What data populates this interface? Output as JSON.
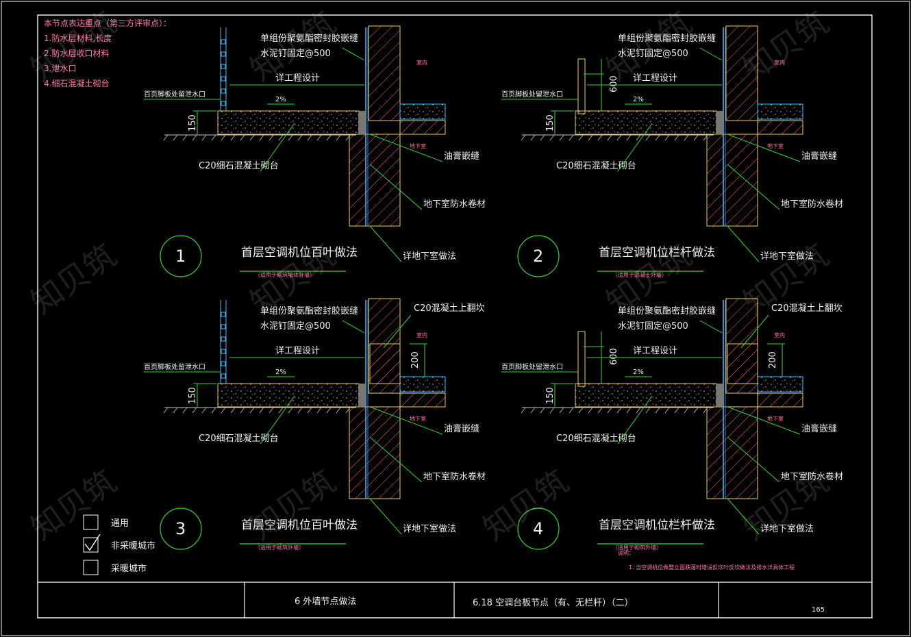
{
  "notes": {
    "header": "本节点表达重点（第三方评审点）：",
    "items": [
      "1.防水层材料,长度",
      "2.防水层收口材料",
      "3.泄水口",
      "4.细石混凝土砌台"
    ]
  },
  "details": [
    {
      "number": "1",
      "title": "首层空调机位百叶做法",
      "subtitle": "（适用于砌筑墙体外墙）",
      "top_label_1": "单组份聚氨酯密封胶嵌缝",
      "top_label_2": "水泥钉固定@500",
      "design_label": "详工程设计",
      "slope": "2%",
      "left_label": "百页脚板处留泄水口",
      "height_label": "150",
      "indoor": "室内",
      "basement": "地下室",
      "sealant": "油膏嵌缝",
      "membrane": "地下室防水卷材",
      "base": "C20细石混凝土砌台",
      "refer": "详地下室做法"
    },
    {
      "number": "2",
      "title": "首层空调机位栏杆做法",
      "subtitle": "（适用于混凝土外墙）",
      "top_label_1": "单组份聚氨酯密封胶嵌缝",
      "top_label_2": "水泥钉固定@500",
      "design_label": "详工程设计",
      "slope": "2%",
      "left_label": "百页脚板处留泄水口",
      "height_label": "150",
      "rail_height": "600",
      "indoor": "室内",
      "basement": "地下室",
      "sealant": "油膏嵌缝",
      "membrane": "地下室防水卷材",
      "base": "C20细石混凝土砌台",
      "refer": "详地下室做法"
    },
    {
      "number": "3",
      "title": "首层空调机位百叶做法",
      "subtitle": "（适用于砌筑外墙）",
      "top_label_1": "单组份聚氨酯密封胶嵌缝",
      "top_label_2": "水泥钉固定@500",
      "design_label": "详工程设计",
      "slope": "2%",
      "left_label": "百页脚板处留泄水口",
      "height_label": "150",
      "curb": "C20混凝土上翻坎",
      "curb_height": "200",
      "indoor": "室内",
      "basement": "地下室",
      "sealant": "油膏嵌缝",
      "membrane": "地下室防水卷材",
      "base": "C20细石混凝土砌台",
      "refer": "详地下室做法"
    },
    {
      "number": "4",
      "title": "首层空调机位栏杆做法",
      "subtitle": "（适用于砌筑外墙）",
      "top_label_1": "单组份聚氨酯密封胶嵌缝",
      "top_label_2": "水泥钉固定@500",
      "design_label": "详工程设计",
      "slope": "2%",
      "left_label": "百页脚板处留泄水口",
      "height_label": "150",
      "rail_height": "600",
      "curb": "C20混凝土上翻坎",
      "curb_height": "200",
      "indoor": "室内",
      "basement": "地下室",
      "sealant": "油膏嵌缝",
      "membrane": "地下室防水卷材",
      "base": "C20细石混凝土砌台",
      "refer": "详地下室做法"
    }
  ],
  "legend": {
    "items": [
      {
        "label": "通用",
        "checked": false
      },
      {
        "label": "非采暖城市",
        "checked": true
      },
      {
        "label": "采暖城市",
        "checked": false
      }
    ]
  },
  "note_block": {
    "title": "说明：",
    "line": "1. 当空调机位做整立面跌落时增设反坎叶反坎做法及排水详具体工程"
  },
  "title_block": {
    "chapter": "6  外墙节点做法",
    "section": "6.18  空调台板节点（有、无栏杆）（二）",
    "page": "165"
  },
  "watermark": "知贝筑",
  "colors": {
    "background": "#000000",
    "frame": "#ffffff",
    "green": "#33d633",
    "yellow": "#f0d060",
    "pink": "#ff7aa6",
    "cyan": "#40c0ff"
  }
}
